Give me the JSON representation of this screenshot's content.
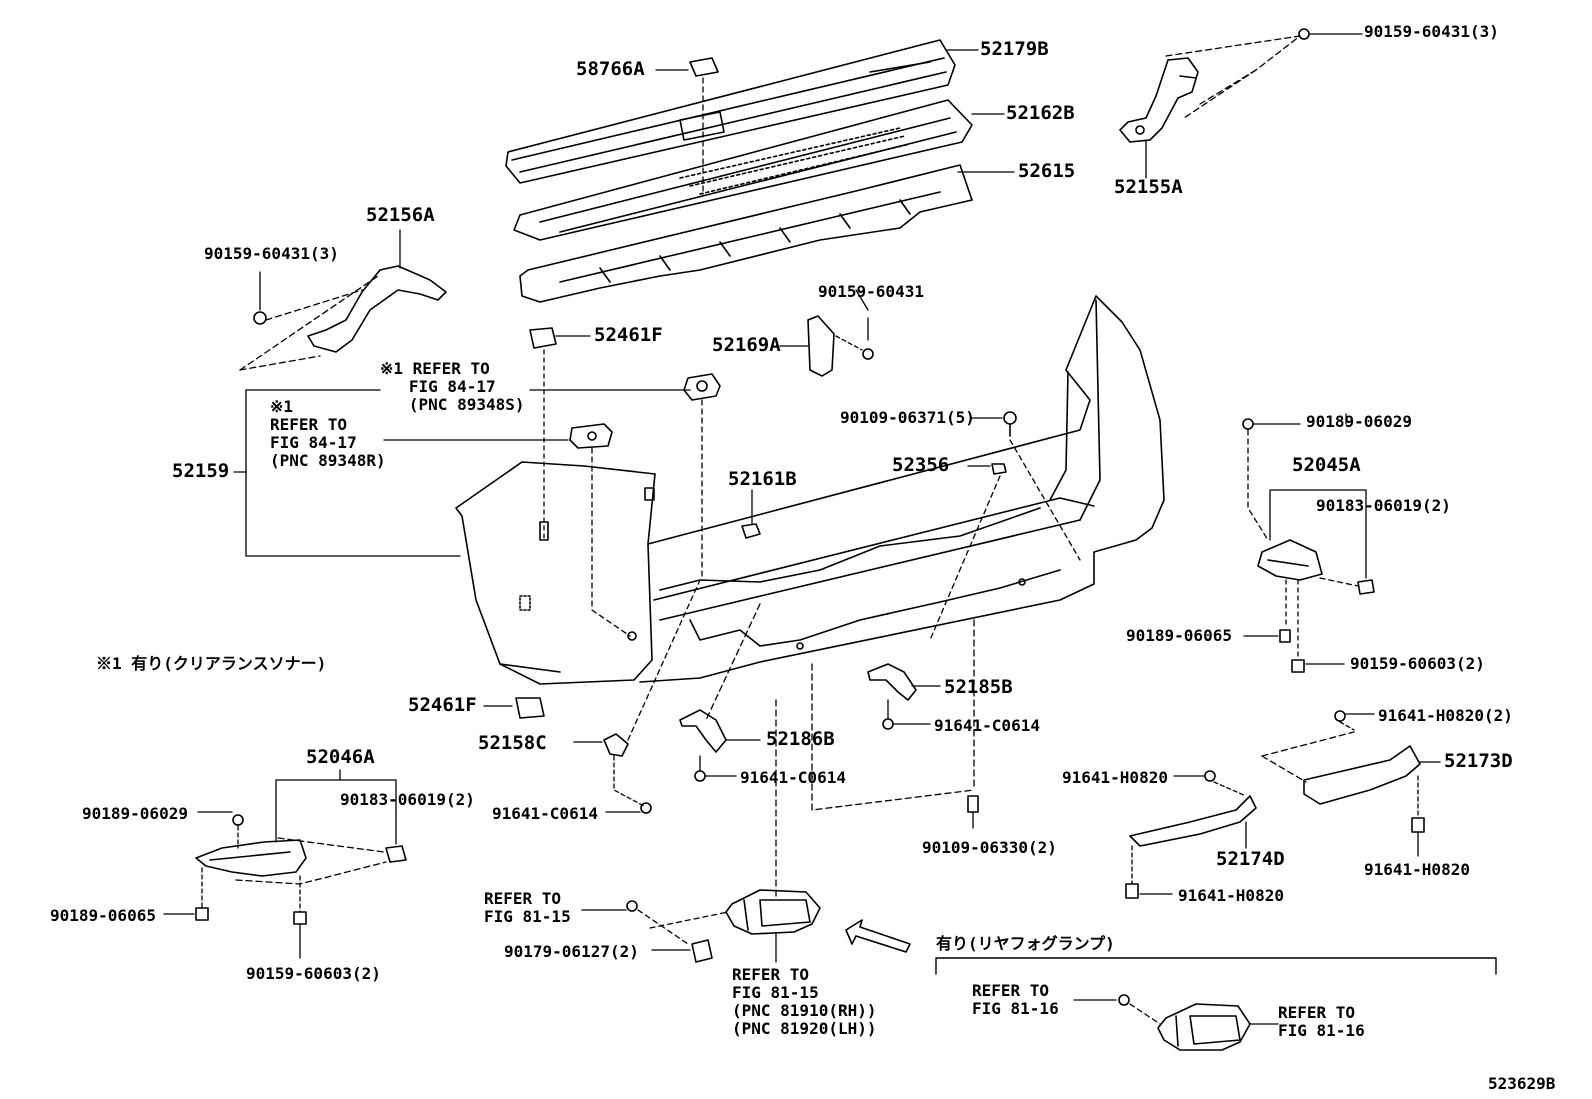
{
  "diagram_id": "523629B",
  "parts": {
    "p58766A": "58766A",
    "p52179B": "52179B",
    "p52162B": "52162B",
    "p52615": "52615",
    "p52155A": "52155A",
    "p52156A": "52156A",
    "p52461F_top": "52461F",
    "p52461F_bottom": "52461F",
    "p52169A": "52169A",
    "p52159": "52159",
    "p52356": "52356",
    "p52161B": "52161B",
    "p52045A": "52045A",
    "p52185B": "52185B",
    "p52158C": "52158C",
    "p52186B": "52186B",
    "p52046A": "52046A",
    "p52173D": "52173D",
    "p52174D": "52174D"
  },
  "fasteners": {
    "f_90159_60431_3_top": "90159-60431(3)",
    "f_90159_60431_3_left": "90159-60431(3)",
    "f_90159_60431": "90159-60431",
    "f_90109_06371_5": "90109-06371(5)",
    "f_90189_06029_right": "90189-06029",
    "f_90183_06019_2_right": "90183-06019(2)",
    "f_90189_06065_right": "90189-06065",
    "f_90159_60603_2_right": "90159-60603(2)",
    "f_91641_C0614_a": "91641-C0614",
    "f_91641_C0614_b": "91641-C0614",
    "f_91641_C0614_c": "91641-C0614",
    "f_91641_H0820_2": "91641-H0820(2)",
    "f_91641_H0820_a": "91641-H0820",
    "f_91641_H0820_b": "91641-H0820",
    "f_91641_H0820_c": "91641-H0820",
    "f_90189_06029_left": "90189-06029",
    "f_90183_06019_2_left": "90183-06019(2)",
    "f_90189_06065_left": "90189-06065",
    "f_90159_60603_2_left": "90159-60603(2)",
    "f_90109_06330_2": "90109-06330(2)",
    "f_90179_06127_2": "90179-06127(2)"
  },
  "refs": {
    "r_sonar1": "※1 REFER TO\n   FIG 84-17\n   (PNC 89348S)",
    "r_sonar2": "※1\nREFER TO\nFIG 84-17\n(PNC 89348R)",
    "r_fig81_15_a": "REFER TO\nFIG 81-15",
    "r_fig81_15_b": "REFER TO\nFIG 81-15\n(PNC 81910(RH))\n(PNC 81920(LH))",
    "r_fig81_16_a": "REFER TO\nFIG 81-16",
    "r_fig81_16_b": "REFER TO\nFIG 81-16"
  },
  "notes": {
    "sonar_note": "※1 有り(クリアランスソナー)",
    "fog_note": "有り(リヤフォグランプ)"
  }
}
